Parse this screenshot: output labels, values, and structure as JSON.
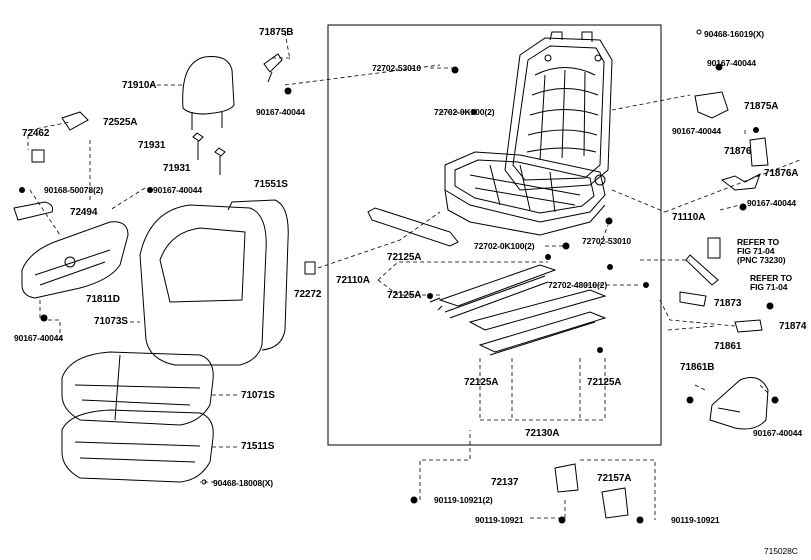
{
  "diagram": {
    "drawing_code": "715028C",
    "labels": {
      "p71875B": "71875B",
      "p71910A": "71910A",
      "p90167_40044_top": "90167-40044",
      "p72462": "72462",
      "p72525A": "72525A",
      "p71931_a": "71931",
      "p71931_b": "71931",
      "p90168_50078": "90168-50078(2)",
      "p90167_40044_mid": "90167-40044",
      "p72494": "72494",
      "p71551S": "71551S",
      "p71811D": "71811D",
      "p71073S": "71073S",
      "p90167_40044_left": "90167-40044",
      "p72272": "72272",
      "p71071S": "71071S",
      "p71511S": "71511S",
      "p90468_18008": "90468-18008(X)",
      "p72702_53010_top": "72702-53010",
      "p72702_0K100_top": "72702-0K100(2)",
      "p72702_0K100_mid": "72702-0K100(2)",
      "p72702_53010_mid": "72702-53010",
      "p72110A": "72110A",
      "p72125A_1": "72125A",
      "p72125A_2": "72125A",
      "p72702_48010": "72702-48010(2)",
      "p72125A_3": "72125A",
      "p72125A_4": "72125A",
      "p72130A": "72130A",
      "p72137": "72137",
      "p72157A": "72157A",
      "p90119_10921_2": "90119-10921(2)",
      "p90119_10921_a": "90119-10921",
      "p90119_10921_b": "90119-10921",
      "p90468_16019": "90468-16019(X)",
      "p90167_40044_r1": "90167-40044",
      "p71875A": "71875A",
      "p90167_40044_r2": "90167-40044",
      "p71876": "71876",
      "p71876A": "71876A",
      "p90167_40044_r3": "90167-40044",
      "p71110A": "71110A",
      "ref1_line1": "REFER TO",
      "ref1_line2": "FIG 71-04",
      "ref1_line3": "(PNC 73230)",
      "ref2_line1": "REFER TO",
      "ref2_line2": "FIG 71-04",
      "p71873": "71873",
      "p71874": "71874",
      "p71861": "71861",
      "p71861B": "71861B",
      "p90167_40044_r4": "90167-40044"
    }
  }
}
